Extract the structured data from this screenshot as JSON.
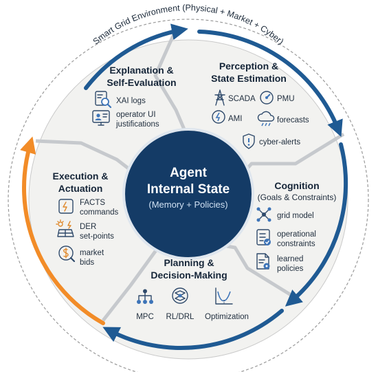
{
  "ring_label": "Smart Grid Environment (Physical + Market + Cyber)",
  "center": {
    "title_line1": "Agent",
    "title_line2": "Internal State",
    "subtitle": "(Memory + Policies)"
  },
  "colors": {
    "center_fill": "#143b66",
    "cycle_arrow": "#1f5a93",
    "return_arrow": "#f28c28",
    "ring_fill": "#f2f2f0",
    "icon_accent": "#3d74b8"
  },
  "sections": {
    "perception": {
      "title_line1": "Perception &",
      "title_line2": "State Estimation",
      "items": [
        "SCADA",
        "PMU",
        "AMI",
        "forecasts",
        "cyber-alerts"
      ],
      "icons": [
        "transmission-tower-icon",
        "pmu-icon",
        "meter-icon",
        "weather-cloud-icon",
        "shield-alert-icon"
      ]
    },
    "cognition": {
      "title_line1": "Cognition",
      "title_line2": "(Goals & Constraints)",
      "items": [
        {
          "line1": "grid model",
          "line2": ""
        },
        {
          "line1": "operational",
          "line2": "constraints"
        },
        {
          "line1": "learned",
          "line2": "policies"
        }
      ],
      "icons": [
        "network-graph-icon",
        "checklist-icon",
        "document-gear-icon"
      ]
    },
    "planning": {
      "title_line1": "Planning &",
      "title_line2": "Decision-Making",
      "items": [
        "MPC",
        "RL/DRL",
        "Optimization"
      ],
      "icons": [
        "tree-hierarchy-icon",
        "neural-network-icon",
        "optimization-curve-icon"
      ]
    },
    "execution": {
      "title_line1": "Execution &",
      "title_line2": "Actuation",
      "items": [
        {
          "line1": "FACTS",
          "line2": "commands"
        },
        {
          "line1": "DER",
          "line2": "set-points"
        },
        {
          "line1": "market",
          "line2": "bids"
        }
      ],
      "icons": [
        "facts-device-icon",
        "solar-panel-icon",
        "market-bid-icon"
      ]
    },
    "explanation": {
      "title_line1": "Explanation &",
      "title_line2": "Self-Evaluation",
      "items": [
        {
          "line1": "XAI logs",
          "line2": ""
        },
        {
          "line1": "operator UI",
          "line2": "justifications"
        }
      ],
      "icons": [
        "magnifier-log-icon",
        "operator-monitor-icon"
      ]
    }
  }
}
